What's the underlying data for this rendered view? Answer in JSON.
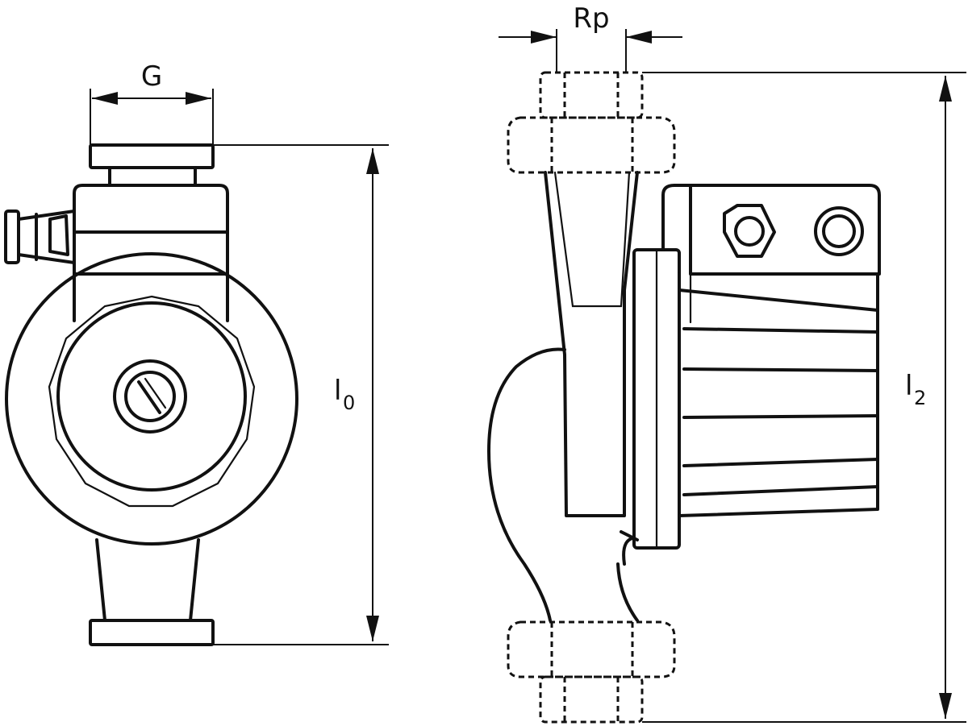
{
  "labels": {
    "width_thread": "G",
    "pipe_thread": "Rp",
    "front_length_main": "l",
    "front_length_sub": "0",
    "side_length_main": "l",
    "side_length_sub": "2"
  }
}
